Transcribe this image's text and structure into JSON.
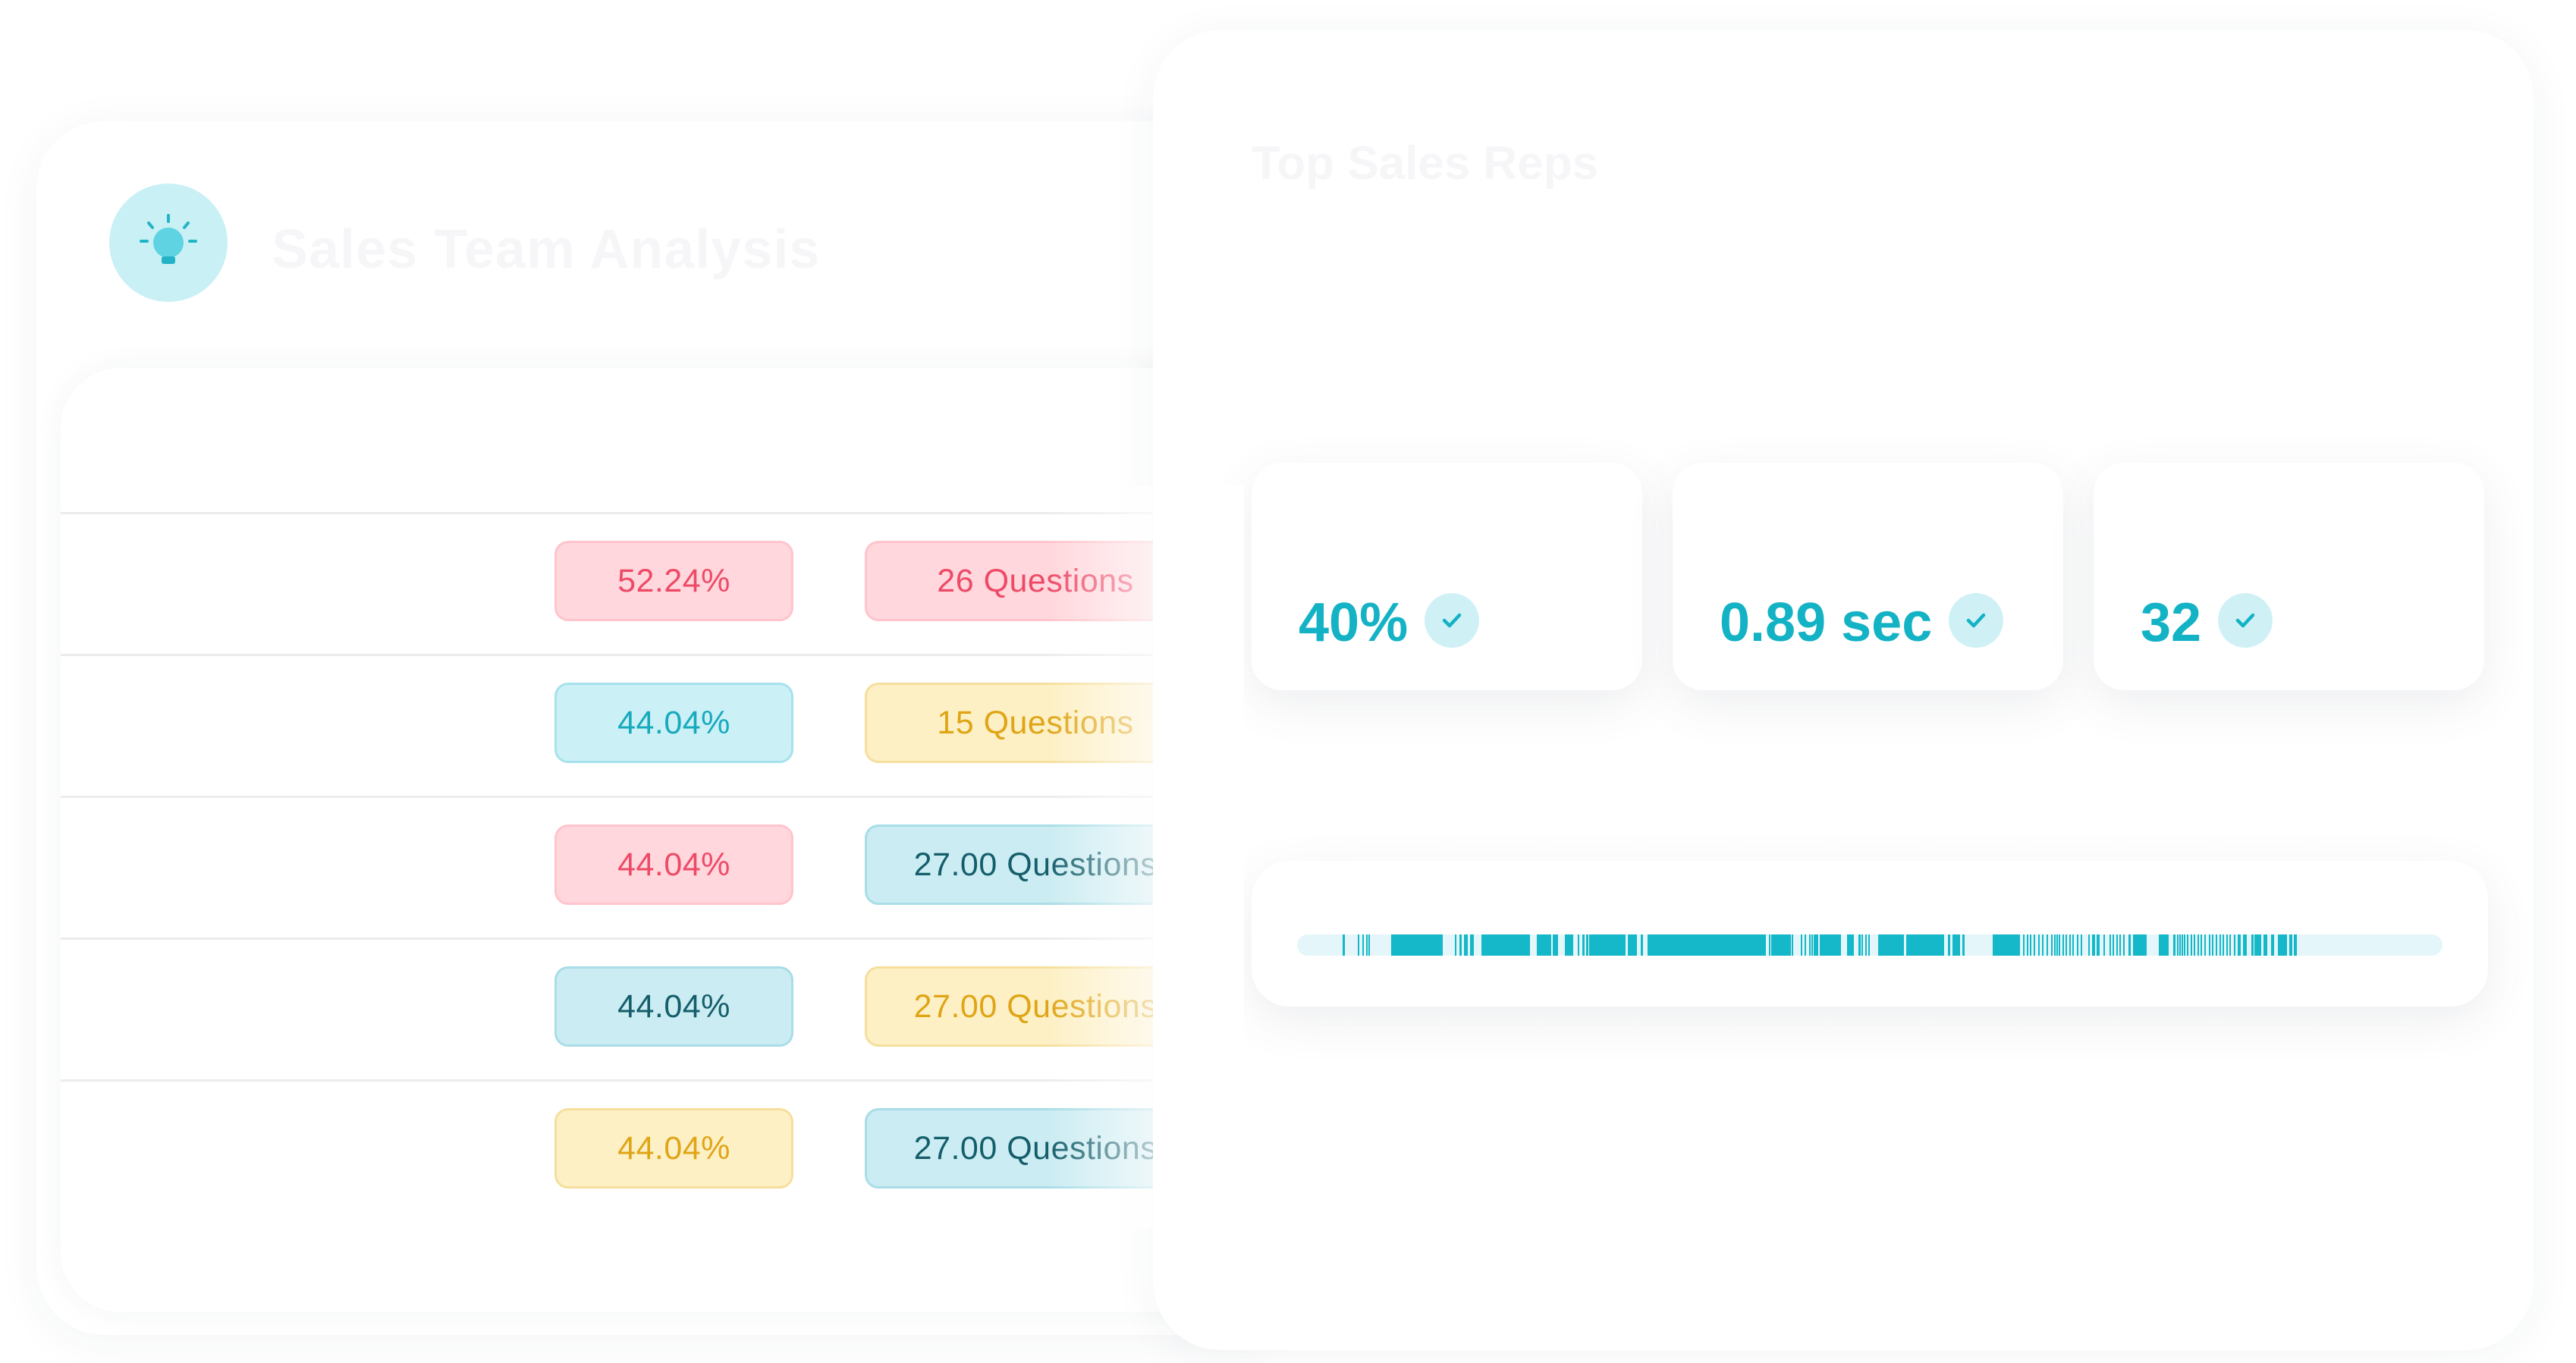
{
  "left_card": {
    "title": "Sales Team Analysis",
    "icon": "lightbulb-icon",
    "rows": [
      {
        "name": "",
        "percent": "52.24%",
        "percent_color": "red",
        "questions": "26 Questions",
        "questions_color": "red"
      },
      {
        "name": "",
        "percent": "44.04%",
        "percent_color": "cyan",
        "questions": "15 Questions",
        "questions_color": "yellow"
      },
      {
        "name": "",
        "percent": "44.04%",
        "percent_color": "red",
        "questions": "27.00 Questions",
        "questions_color": "teal"
      },
      {
        "name": "",
        "percent": "44.04%",
        "percent_color": "teal",
        "questions": "27.00 Questions",
        "questions_color": "yellow"
      },
      {
        "name": "",
        "percent": "44.04%",
        "percent_color": "yellow",
        "questions": "27.00 Questions",
        "questions_color": "teal"
      }
    ]
  },
  "right_card": {
    "title": "Top Sales Reps",
    "stats": [
      {
        "value": "40%",
        "icon": "check-icon"
      },
      {
        "value": "0.89 sec",
        "icon": "check-icon"
      },
      {
        "value": "32",
        "icon": "check-icon"
      }
    ],
    "timeline": {
      "segments": [
        [
          0.04,
          0.042
        ],
        [
          0.053,
          0.054
        ],
        [
          0.057,
          0.058
        ],
        [
          0.06,
          0.061
        ],
        [
          0.062,
          0.063
        ],
        [
          0.082,
          0.127
        ],
        [
          0.138,
          0.139
        ],
        [
          0.142,
          0.144
        ],
        [
          0.146,
          0.149
        ],
        [
          0.151,
          0.153
        ],
        [
          0.153,
          0.154
        ],
        [
          0.161,
          0.203
        ],
        [
          0.209,
          0.222
        ],
        [
          0.223,
          0.228
        ],
        [
          0.234,
          0.241
        ],
        [
          0.245,
          0.246
        ],
        [
          0.249,
          0.251
        ],
        [
          0.252,
          0.254
        ],
        [
          0.255,
          0.287
        ],
        [
          0.289,
          0.297
        ],
        [
          0.3,
          0.302
        ],
        [
          0.306,
          0.409
        ],
        [
          0.412,
          0.413
        ],
        [
          0.414,
          0.431
        ],
        [
          0.432,
          0.433
        ],
        [
          0.44,
          0.441
        ],
        [
          0.443,
          0.444
        ],
        [
          0.447,
          0.448
        ],
        [
          0.449,
          0.45
        ],
        [
          0.451,
          0.455
        ],
        [
          0.456,
          0.475
        ],
        [
          0.48,
          0.486
        ],
        [
          0.49,
          0.492
        ],
        [
          0.493,
          0.494
        ],
        [
          0.496,
          0.497
        ],
        [
          0.499,
          0.5
        ],
        [
          0.507,
          0.53
        ],
        [
          0.532,
          0.565
        ],
        [
          0.568,
          0.57
        ],
        [
          0.572,
          0.579
        ],
        [
          0.581,
          0.583
        ],
        [
          0.607,
          0.631
        ],
        [
          0.634,
          0.635
        ],
        [
          0.637,
          0.638
        ],
        [
          0.64,
          0.641
        ],
        [
          0.643,
          0.644
        ],
        [
          0.647,
          0.648
        ],
        [
          0.65,
          0.651
        ],
        [
          0.654,
          0.655
        ],
        [
          0.658,
          0.659
        ],
        [
          0.661,
          0.662
        ],
        [
          0.663,
          0.664
        ],
        [
          0.665,
          0.666
        ],
        [
          0.668,
          0.669
        ],
        [
          0.671,
          0.672
        ],
        [
          0.674,
          0.675
        ],
        [
          0.677,
          0.678
        ],
        [
          0.681,
          0.682
        ],
        [
          0.684,
          0.685
        ],
        [
          0.691,
          0.692
        ],
        [
          0.694,
          0.697
        ],
        [
          0.698,
          0.701
        ],
        [
          0.704,
          0.705
        ],
        [
          0.709,
          0.71
        ],
        [
          0.712,
          0.713
        ],
        [
          0.715,
          0.716
        ],
        [
          0.718,
          0.719
        ],
        [
          0.721,
          0.722
        ],
        [
          0.726,
          0.728
        ],
        [
          0.73,
          0.742
        ],
        [
          0.752,
          0.761
        ],
        [
          0.765,
          0.767
        ],
        [
          0.768,
          0.769
        ],
        [
          0.77,
          0.771
        ],
        [
          0.772,
          0.773
        ],
        [
          0.774,
          0.775
        ],
        [
          0.777,
          0.778
        ],
        [
          0.78,
          0.781
        ],
        [
          0.783,
          0.784
        ],
        [
          0.786,
          0.787
        ],
        [
          0.789,
          0.79
        ],
        [
          0.792,
          0.793
        ],
        [
          0.796,
          0.797
        ],
        [
          0.799,
          0.8
        ],
        [
          0.802,
          0.803
        ],
        [
          0.805,
          0.806
        ],
        [
          0.808,
          0.809
        ],
        [
          0.811,
          0.812
        ],
        [
          0.814,
          0.815
        ],
        [
          0.818,
          0.819
        ],
        [
          0.821,
          0.824
        ],
        [
          0.826,
          0.829
        ],
        [
          0.833,
          0.835
        ],
        [
          0.836,
          0.842
        ],
        [
          0.844,
          0.847
        ],
        [
          0.85,
          0.853
        ],
        [
          0.856,
          0.864
        ],
        [
          0.866,
          0.869
        ],
        [
          0.87,
          0.873
        ]
      ]
    }
  }
}
